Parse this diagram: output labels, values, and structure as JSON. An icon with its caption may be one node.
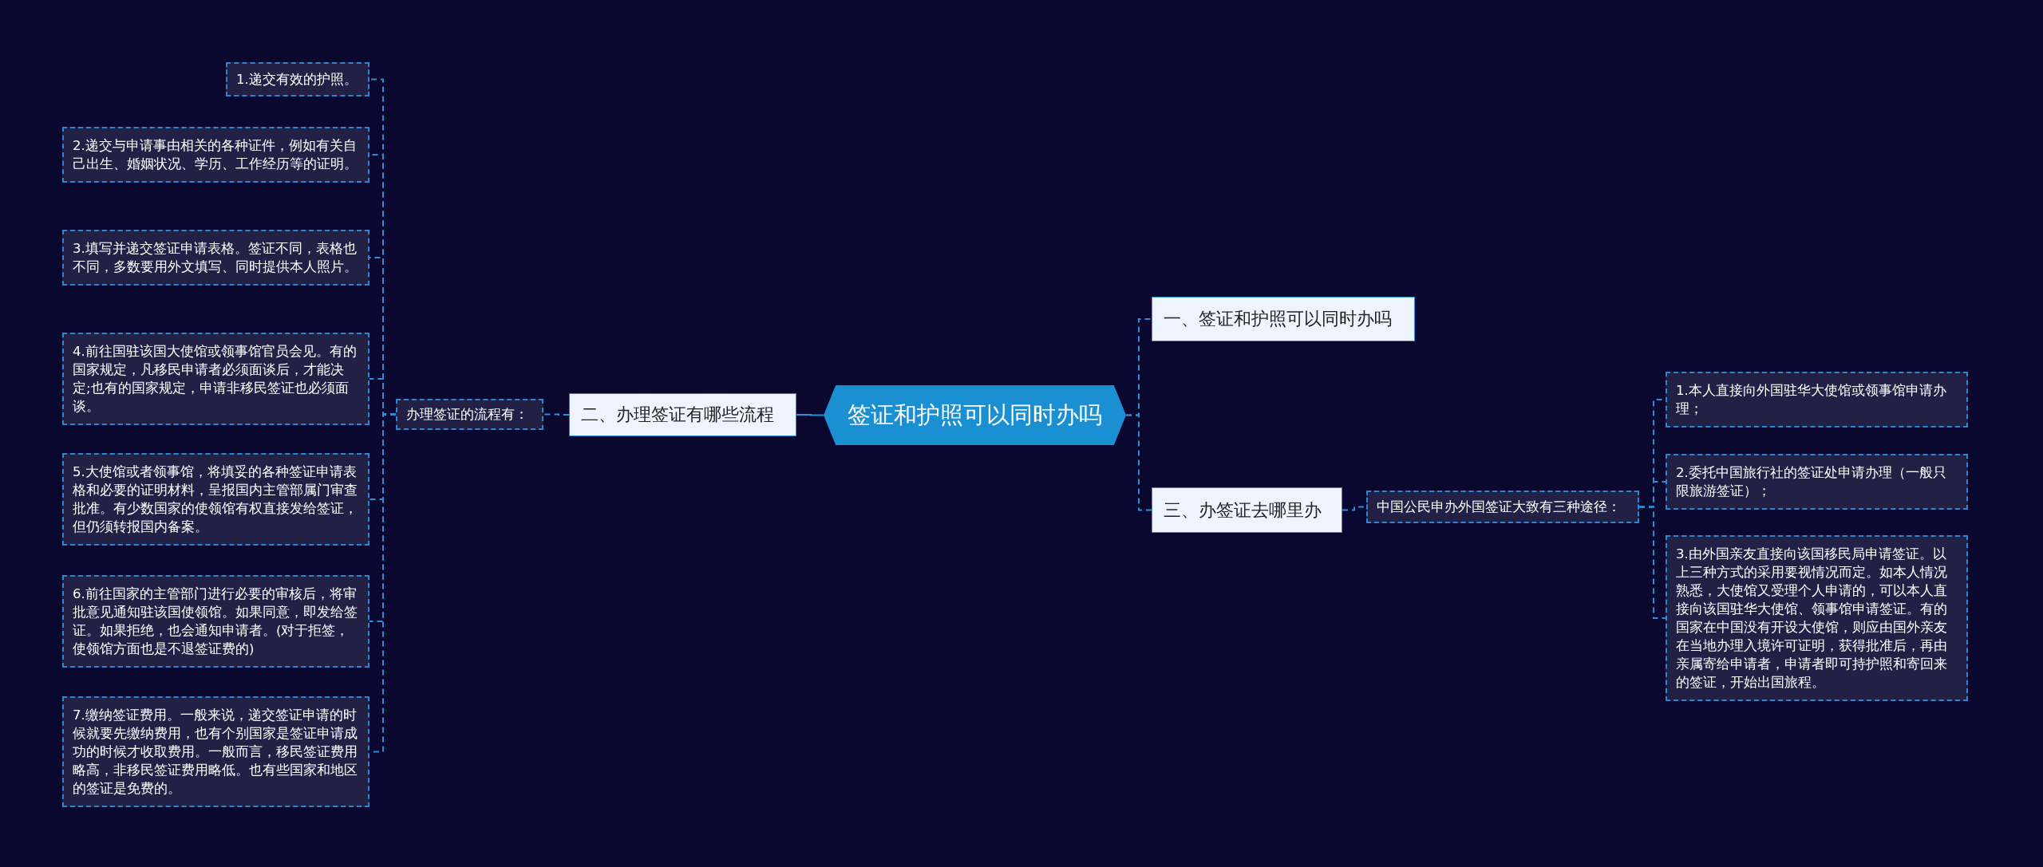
{
  "diagram": {
    "nodes": [
      {
        "text": [
          "签证和护照可以同时办吗"
        ]
      },
      {
        "text": [
          "一、签证和护照可以同时办吗"
        ]
      },
      {
        "text": [
          "二、办理签证有哪些流程"
        ]
      },
      {
        "text": [
          "办理签证的流程有："
        ]
      },
      {
        "text": [
          "1.递交有效的护照。"
        ]
      },
      {
        "text": [
          "2.递交与申请事由相关的各种证件，例如有关自己出生、婚姻状况、学历、工作经历等的证明。"
        ]
      },
      {
        "text": [
          "3.填写并递交签证申请表格。签证不同，表格也不同，多数要用外文填写、同时提供本人照片。"
        ]
      },
      {
        "text": [
          "4.前往国驻该国大使馆或领事馆官员会见。有的国家规定，凡移民申请者必须面谈后，才能决定;也有的国家规定，申请非移民签证也必须面谈。"
        ]
      },
      {
        "text": [
          "5.大使馆或者领事馆，将填妥的各种签证申请表格和必要的证明材料，呈报国内主管部属门审查批准。有少数国家的使领馆有权直接发给签证，但仍须转报国内备案。"
        ]
      },
      {
        "text": [
          "6.前往国家的主管部门进行必要的审核后，将审批意见通知驻该国使领馆。如果同意，即发给签证。如果拒绝，也会通知申请者。(对于拒签，使领馆方面也是不退签证费的)"
        ]
      },
      {
        "text": [
          "7.缴纳签证费用。一般来说，递交签证申请的时候就要先缴纳费用，也有个别国家是签证申请成功的时候才收取费用。一般而言，移民签证费用略高，非移民签证费用略低。也有些国家和地区的签证是免费的。"
        ]
      },
      {
        "text": [
          "三、办签证去哪里办"
        ]
      },
      {
        "text": [
          "中国公民申办外国签证大致有三种途径："
        ]
      },
      {
        "text": [
          "1.本人直接向外国驻华大使馆或领事馆申请办理；"
        ]
      },
      {
        "text": [
          "2.委托中国旅行社的签证处申请办理（一般只限旅游签证）；"
        ]
      },
      {
        "text": [
          "3.由外国亲友直接向该国移民局申请签证。以上三种方式的采用要视情况而定。如本人情况熟悉，大使馆又受理个人申请的，可以本人直接向该国驻华大使馆、领事馆申请签证。有的国家在中国没有开设大使馆，则应由国外亲友在当地办理入境许可证明，获得批准后，再由亲属寄给申请者，申请者即可持护照和寄回来的签证，开始出国旅程。"
        ]
      }
    ],
    "edges": [
      {
        "from": 0,
        "to": 1,
        "arrow": "none",
        "style": "dashed"
      },
      {
        "from": 0,
        "to": 2,
        "arrow": "none"
      },
      {
        "from": 0,
        "to": 11,
        "arrow": "none",
        "style": "dashed"
      },
      {
        "from": 2,
        "to": 3,
        "arrow": "none",
        "style": "dashed"
      },
      {
        "from": 3,
        "to": 4,
        "arrow": "none",
        "style": "dashed"
      },
      {
        "from": 3,
        "to": 5,
        "arrow": "none",
        "style": "dashed"
      },
      {
        "from": 3,
        "to": 6,
        "arrow": "none",
        "style": "dashed"
      },
      {
        "from": 3,
        "to": 7,
        "arrow": "none",
        "style": "dashed"
      },
      {
        "from": 3,
        "to": 8,
        "arrow": "none",
        "style": "dashed"
      },
      {
        "from": 3,
        "to": 9,
        "arrow": "none",
        "style": "dashed"
      },
      {
        "from": 3,
        "to": 10,
        "arrow": "none",
        "style": "dashed"
      },
      {
        "from": 11,
        "to": 12,
        "arrow": "none",
        "style": "dashed"
      },
      {
        "from": 12,
        "to": 13,
        "arrow": "none",
        "style": "dashed"
      },
      {
        "from": 12,
        "to": 14,
        "arrow": "none",
        "style": "dashed"
      },
      {
        "from": 12,
        "to": 15,
        "arrow": "none",
        "style": "dashed"
      }
    ]
  }
}
